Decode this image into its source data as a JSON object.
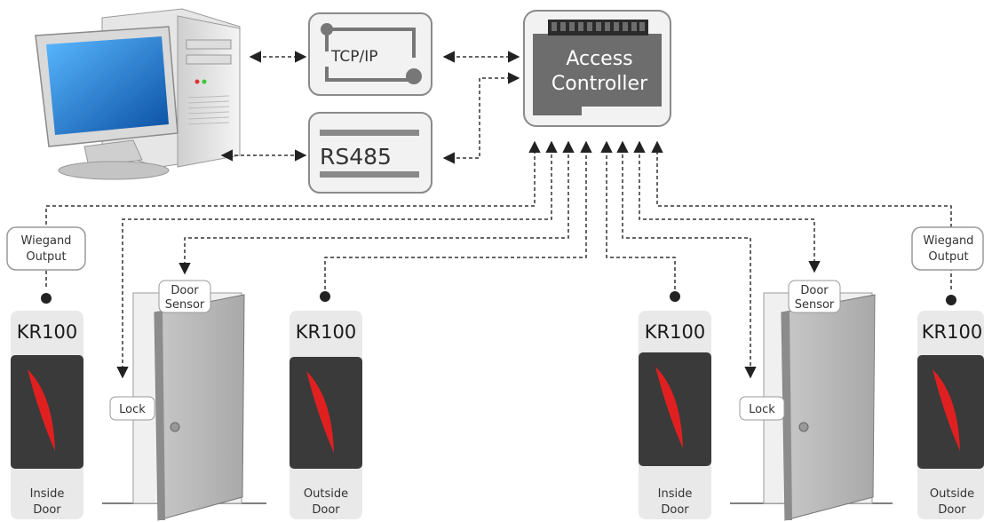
{
  "network": {
    "tcpip_label": "TCP/IP",
    "rs485_label": "RS485"
  },
  "controller": {
    "line1": "Access",
    "line2": "Controller"
  },
  "left": {
    "wiegand_line1": "Wiegand",
    "wiegand_line2": "Output",
    "reader_inside_model": "KR100",
    "inside_line1": "Inside",
    "inside_line2": "Door",
    "door_sensor_line1": "Door",
    "door_sensor_line2": "Sensor",
    "lock_label": "Lock",
    "reader_outside_model": "KR100",
    "outside_line1": "Outside",
    "outside_line2": "Door"
  },
  "right": {
    "wiegand_line1": "Wiegand",
    "wiegand_line2": "Output",
    "reader_inside_model": "KR100",
    "inside_line1": "Inside",
    "inside_line2": "Door",
    "door_sensor_line1": "Door",
    "door_sensor_line2": "Sensor",
    "lock_label": "Lock",
    "reader_outside_model": "KR100",
    "outside_line1": "Outside",
    "outside_line2": "Door"
  },
  "colors": {
    "panel_fill": "#f2f2f2",
    "panel_border": "#8a8a8a",
    "controller_body": "#6d6d6d",
    "reader_body": "#3a3a3a",
    "reader_stripe": "#e02020",
    "monitor_screen": "#1d7fd6"
  }
}
